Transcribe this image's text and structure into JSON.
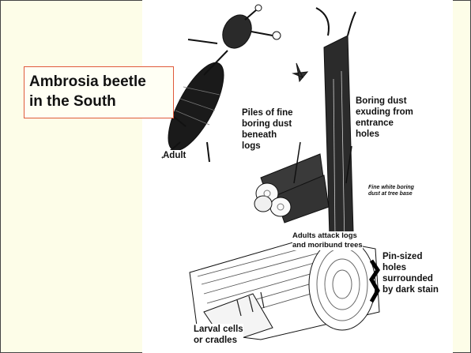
{
  "title": {
    "line1": "Ambrosia beetle",
    "line2": "in the South"
  },
  "labels": {
    "adult": "Adult",
    "piles": [
      "Piles of fine",
      "boring dust",
      "beneath",
      "logs"
    ],
    "boring_dust": [
      "Boring dust",
      "exuding from",
      "entrance",
      "holes"
    ],
    "fine_white": [
      "Fine white boring",
      "dust at tree base"
    ],
    "adults_attack": [
      "Adults attack logs",
      "and moribund trees"
    ],
    "pin_sized": [
      "Pin-sized",
      "holes",
      "surrounded",
      "by dark stain"
    ],
    "larval": [
      "Larval cells",
      "or cradles"
    ]
  }
}
